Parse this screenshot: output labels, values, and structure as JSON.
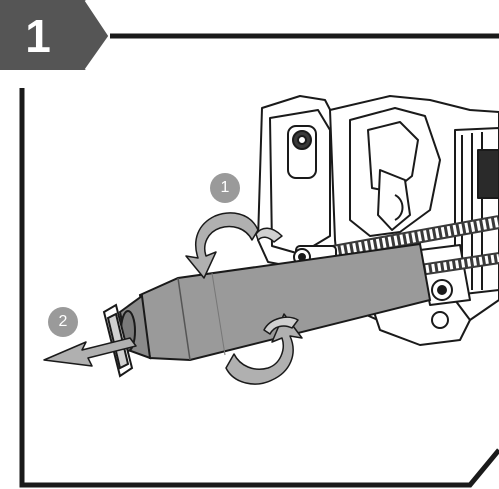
{
  "step": {
    "number": "1",
    "badge_color": "#555555"
  },
  "callouts": [
    {
      "label": "1",
      "color": "#9a9a9a"
    },
    {
      "label": "2",
      "color": "#9a9a9a"
    }
  ],
  "icons": {
    "rotate_arrow_1": "curved-arrow-counterclockwise-icon",
    "rotate_arrow_2": "curved-arrow-clockwise-icon",
    "pull_arrow": "arrow-left-icon"
  },
  "colors": {
    "frame": "#1a1a1a",
    "badge": "#555555",
    "arrow": "#b0b0b0",
    "tube": "#9a9a9a",
    "tube_dark": "#7a7a7a"
  }
}
